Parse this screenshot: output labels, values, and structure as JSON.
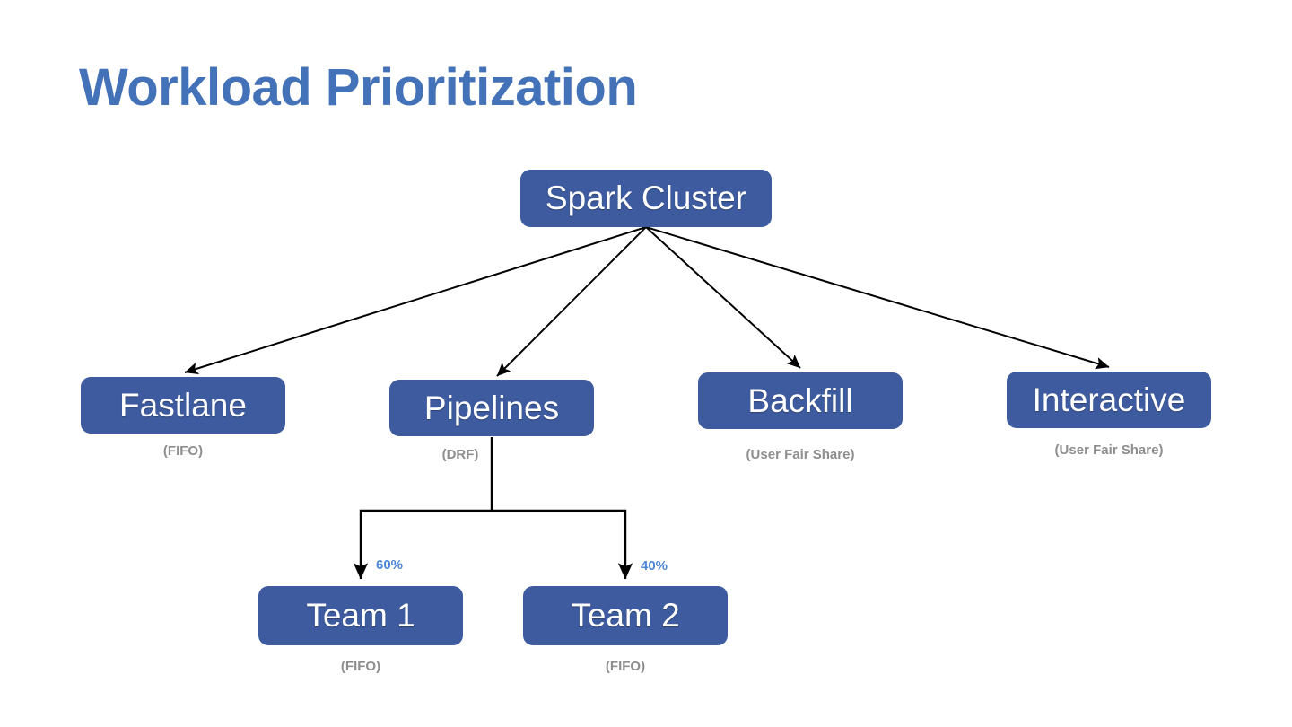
{
  "slide": {
    "title": "Workload Prioritization",
    "background_color": "#ffffff",
    "title_color": "#4472b8",
    "node_fill_color": "#3d5b9e",
    "node_text_color": "#ffffff",
    "sublabel_color": "#8e8e8e",
    "percent_label_color": "#4e86d6",
    "connector_color": "#000000"
  },
  "diagram": {
    "type": "tree",
    "root": {
      "label": "Spark Cluster"
    },
    "pools": [
      {
        "label": "Fastlane",
        "scheduler": "(FIFO)"
      },
      {
        "label": "Pipelines",
        "scheduler": "(DRF)"
      },
      {
        "label": "Backfill",
        "scheduler": "(User Fair Share)"
      },
      {
        "label": "Interactive",
        "scheduler": "(User Fair Share)"
      }
    ],
    "teams": [
      {
        "label": "Team 1",
        "scheduler": "(FIFO)",
        "weight": "60%"
      },
      {
        "label": "Team 2",
        "scheduler": "(FIFO)",
        "weight": "40%"
      }
    ]
  }
}
